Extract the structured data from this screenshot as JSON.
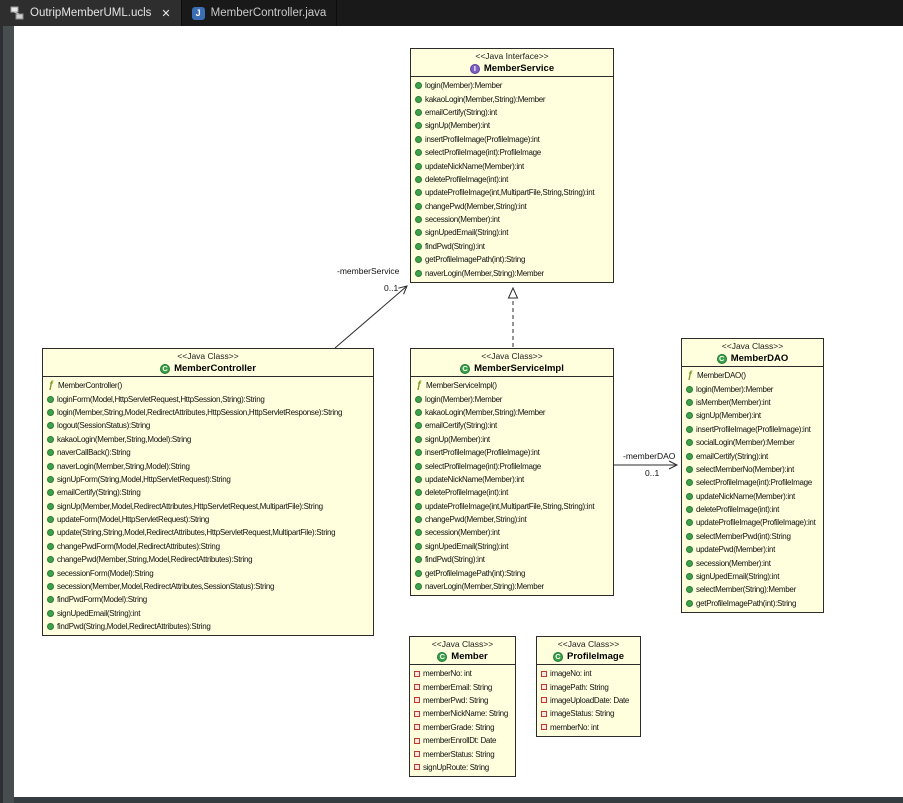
{
  "tabs": [
    {
      "label": "OutripMemberUML.ucls",
      "icon": "ucls-diagram",
      "close_glyph": "✕",
      "active": true
    },
    {
      "label": "MemberController.java",
      "icon": "java-file",
      "java_badge": "J",
      "active": false
    }
  ],
  "colors": {
    "box_fill": "#ffffde",
    "box_border": "#2b2b2b",
    "canvas": "#ffffff",
    "tabbar": "#191919",
    "accent_class": "#3aa148",
    "accent_interface": "#7e5fc2"
  },
  "diagram": {
    "classes": [
      {
        "id": "member-service",
        "stereotype": "<<Java Interface>>",
        "kind": "interface",
        "name": "MemberService",
        "members": [
          {
            "icon": "method",
            "text": "login(Member):Member"
          },
          {
            "icon": "method",
            "text": "kakaoLogin(Member,String):Member"
          },
          {
            "icon": "method",
            "text": "emailCertify(String):int"
          },
          {
            "icon": "method",
            "text": "signUp(Member):int"
          },
          {
            "icon": "method",
            "text": "insertProfileImage(ProfileImage):int"
          },
          {
            "icon": "method",
            "text": "selectProfileImage(int):ProfileImage"
          },
          {
            "icon": "method",
            "text": "updateNickName(Member):int"
          },
          {
            "icon": "method",
            "text": "deleteProfileImage(int):int"
          },
          {
            "icon": "method",
            "text": "updateProfileImage(int,MultipartFile,String,String):int"
          },
          {
            "icon": "method",
            "text": "changePwd(Member,String):int"
          },
          {
            "icon": "method",
            "text": "secession(Member):int"
          },
          {
            "icon": "method",
            "text": "signUpedEmail(String):int"
          },
          {
            "icon": "method",
            "text": "findPwd(String):int"
          },
          {
            "icon": "method",
            "text": "getProfileImagePath(int):String"
          },
          {
            "icon": "method",
            "text": "naverLogin(Member,String):Member"
          }
        ]
      },
      {
        "id": "member-controller",
        "stereotype": "<<Java Class>>",
        "kind": "class",
        "name": "MemberController",
        "members": [
          {
            "icon": "constructor",
            "text": "MemberController()"
          },
          {
            "icon": "method",
            "text": "loginForm(Model,HttpServletRequest,HttpSession,String):String"
          },
          {
            "icon": "method",
            "text": "login(Member,String,Model,RedirectAttributes,HttpSession,HttpServletResponse):String"
          },
          {
            "icon": "method",
            "text": "logout(SessionStatus):String"
          },
          {
            "icon": "method",
            "text": "kakaoLogin(Member,String,Model):String"
          },
          {
            "icon": "method",
            "text": "naverCallBack():String"
          },
          {
            "icon": "method",
            "text": "naverLogin(Member,String,Model):String"
          },
          {
            "icon": "method",
            "text": "signUpForm(String,Model,HttpServletRequest):String"
          },
          {
            "icon": "method",
            "text": "emailCertify(String):String"
          },
          {
            "icon": "method",
            "text": "signUp(Member,Model,RedirectAttributes,HttpServletRequest,MultipartFile):String"
          },
          {
            "icon": "method",
            "text": "updateForm(Model,HttpServletRequest):String"
          },
          {
            "icon": "method",
            "text": "update(String,String,Model,RedirectAttributes,HttpServletRequest,MultipartFile):String"
          },
          {
            "icon": "method",
            "text": "changePwdForm(Model,RedirectAttributes):String"
          },
          {
            "icon": "method",
            "text": "changePwd(Member,String,Model,RedirectAttributes):String"
          },
          {
            "icon": "method",
            "text": "secessionForm(Model):String"
          },
          {
            "icon": "method",
            "text": "secession(Member,Model,RedirectAttributes,SessionStatus):String"
          },
          {
            "icon": "method",
            "text": "findPwdForm(Model):String"
          },
          {
            "icon": "method",
            "text": "signUpedEmail(String):int"
          },
          {
            "icon": "method",
            "text": "findPwd(String,Model,RedirectAttributes):String"
          }
        ]
      },
      {
        "id": "member-service-impl",
        "stereotype": "<<Java Class>>",
        "kind": "class",
        "name": "MemberServiceImpl",
        "members": [
          {
            "icon": "constructor",
            "text": "MemberServiceImpl()"
          },
          {
            "icon": "method",
            "text": "login(Member):Member"
          },
          {
            "icon": "method",
            "text": "kakaoLogin(Member,String):Member"
          },
          {
            "icon": "method",
            "text": "emailCertify(String):int"
          },
          {
            "icon": "method",
            "text": "signUp(Member):int"
          },
          {
            "icon": "method",
            "text": "insertProfileImage(ProfileImage):int"
          },
          {
            "icon": "method",
            "text": "selectProfileImage(int):ProfileImage"
          },
          {
            "icon": "method",
            "text": "updateNickName(Member):int"
          },
          {
            "icon": "method",
            "text": "deleteProfileImage(int):int"
          },
          {
            "icon": "method",
            "text": "updateProfileImage(int,MultipartFile,String,String):int"
          },
          {
            "icon": "method",
            "text": "changePwd(Member,String):int"
          },
          {
            "icon": "method",
            "text": "secession(Member):int"
          },
          {
            "icon": "method",
            "text": "signUpedEmail(String):int"
          },
          {
            "icon": "method",
            "text": "findPwd(String):int"
          },
          {
            "icon": "method",
            "text": "getProfileImagePath(int):String"
          },
          {
            "icon": "method",
            "text": "naverLogin(Member,String):Member"
          }
        ]
      },
      {
        "id": "member-dao",
        "stereotype": "<<Java Class>>",
        "kind": "class",
        "name": "MemberDAO",
        "members": [
          {
            "icon": "constructor",
            "text": "MemberDAO()"
          },
          {
            "icon": "method",
            "text": "login(Member):Member"
          },
          {
            "icon": "method",
            "text": "isMember(Member):int"
          },
          {
            "icon": "method",
            "text": "signUp(Member):int"
          },
          {
            "icon": "method",
            "text": "insertProfileImage(ProfileImage):int"
          },
          {
            "icon": "method",
            "text": "socialLogin(Member):Member"
          },
          {
            "icon": "method",
            "text": "emailCertify(String):int"
          },
          {
            "icon": "method",
            "text": "selectMemberNo(Member):int"
          },
          {
            "icon": "method",
            "text": "selectProfileImage(int):ProfileImage"
          },
          {
            "icon": "method",
            "text": "updateNickName(Member):int"
          },
          {
            "icon": "method",
            "text": "deleteProfileImage(int):int"
          },
          {
            "icon": "method",
            "text": "updateProfileImage(ProfileImage):int"
          },
          {
            "icon": "method",
            "text": "selectMemberPwd(int):String"
          },
          {
            "icon": "method",
            "text": "updatePwd(Member):int"
          },
          {
            "icon": "method",
            "text": "secession(Member):int"
          },
          {
            "icon": "method",
            "text": "signUpedEmail(String):int"
          },
          {
            "icon": "method",
            "text": "selectMember(String):Member"
          },
          {
            "icon": "method",
            "text": "getProfileImagePath(int):String"
          }
        ]
      },
      {
        "id": "member",
        "stereotype": "<<Java Class>>",
        "kind": "class",
        "name": "Member",
        "members": [
          {
            "icon": "field",
            "text": "memberNo: int"
          },
          {
            "icon": "field",
            "text": "memberEmail: String"
          },
          {
            "icon": "field",
            "text": "memberPwd: String"
          },
          {
            "icon": "field",
            "text": "memberNickName: String"
          },
          {
            "icon": "field",
            "text": "memberGrade: String"
          },
          {
            "icon": "field",
            "text": "memberEnrollDt: Date"
          },
          {
            "icon": "field",
            "text": "memberStatus: String"
          },
          {
            "icon": "field",
            "text": "signUpRoute: String"
          }
        ]
      },
      {
        "id": "profile-image",
        "stereotype": "<<Java Class>>",
        "kind": "class",
        "name": "ProfileImage",
        "members": [
          {
            "icon": "field",
            "text": "imageNo: int"
          },
          {
            "icon": "field",
            "text": "imagePath: String"
          },
          {
            "icon": "field",
            "text": "imageUploadDate: Date"
          },
          {
            "icon": "field",
            "text": "imageStatus: String"
          },
          {
            "icon": "field",
            "text": "memberNo: int"
          }
        ]
      }
    ],
    "edges": [
      {
        "type": "association",
        "from": "MemberController",
        "to": "MemberService",
        "label": "-memberService",
        "multiplicity": "0..1"
      },
      {
        "type": "realization",
        "from": "MemberServiceImpl",
        "to": "MemberService"
      },
      {
        "type": "association",
        "from": "MemberServiceImpl",
        "to": "MemberDAO",
        "label": "-memberDAO",
        "multiplicity": "0..1"
      }
    ]
  }
}
